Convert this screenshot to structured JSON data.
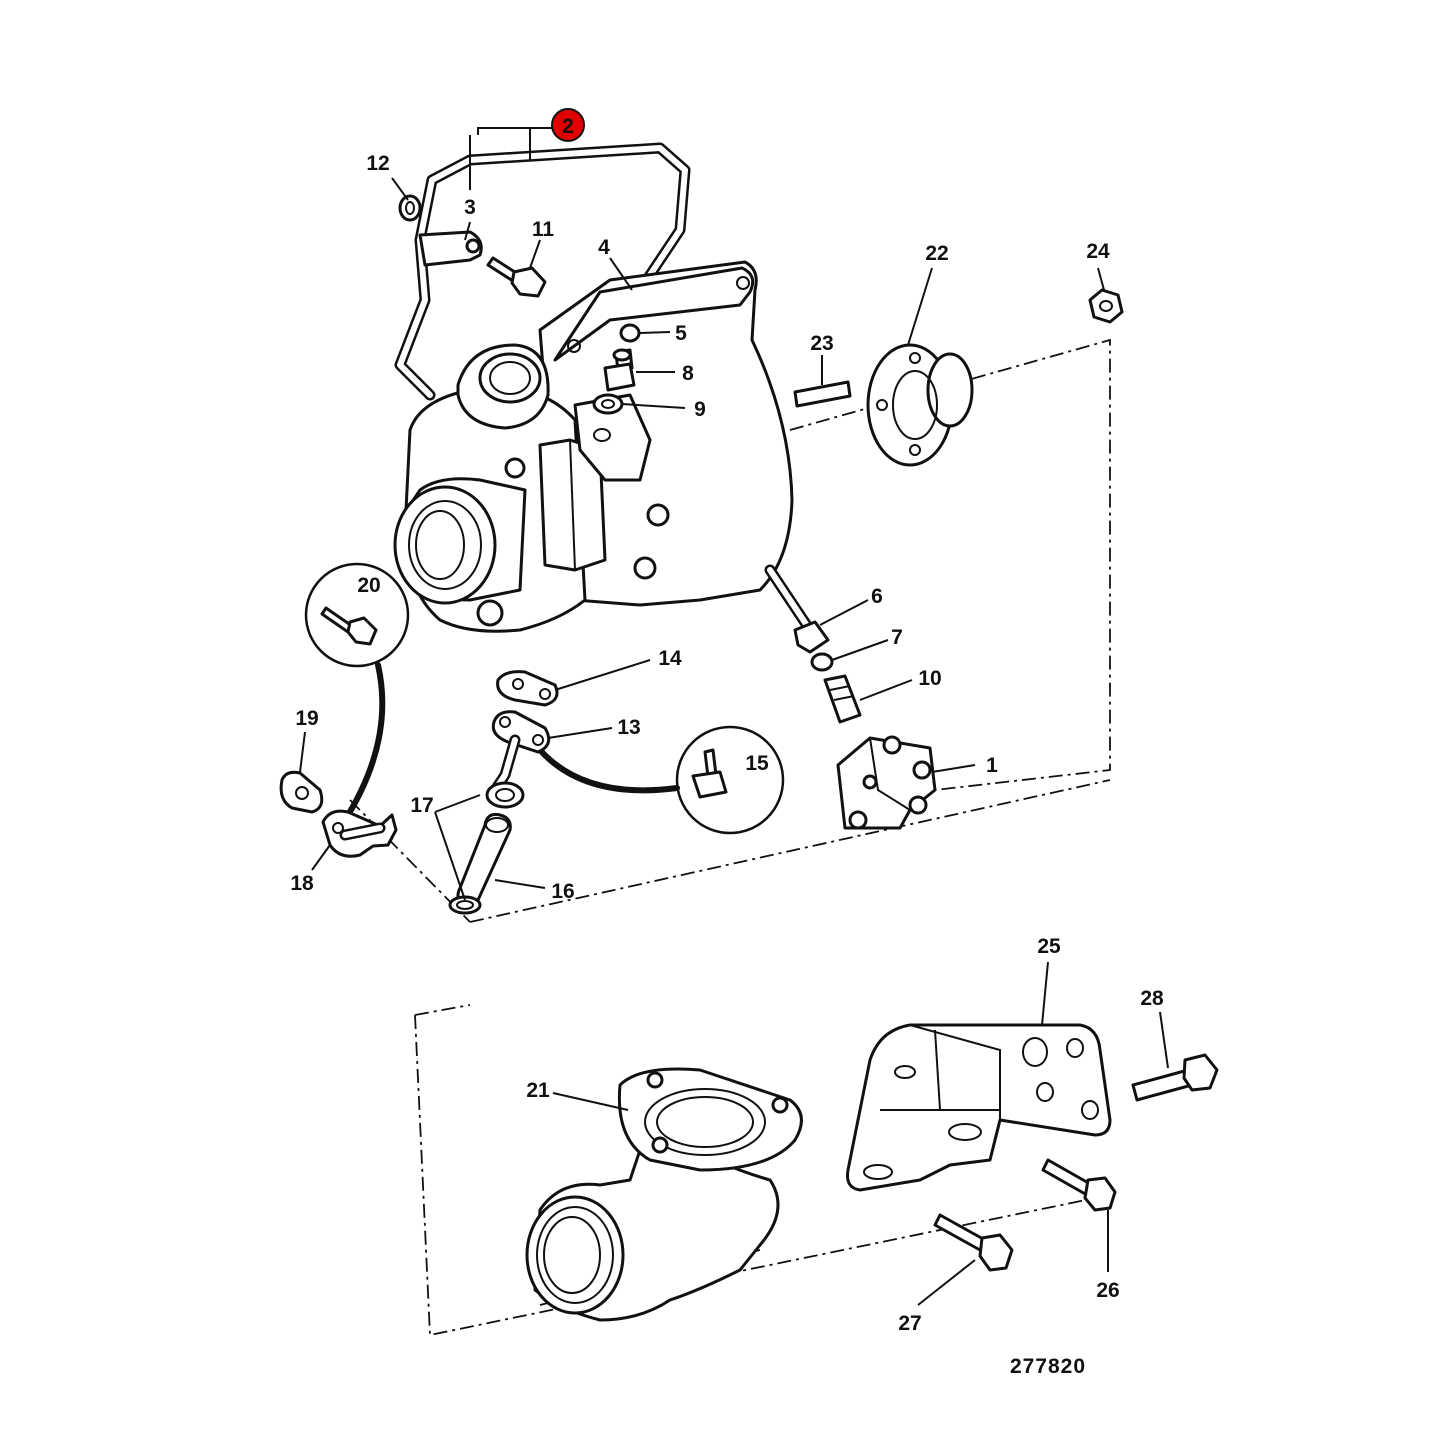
{
  "diagram": {
    "highlight_color": "#e00000",
    "drawing_number": "277820",
    "callouts": {
      "c1": "1",
      "c2": "2",
      "c3": "3",
      "c4": "4",
      "c5": "5",
      "c6": "6",
      "c7": "7",
      "c8": "8",
      "c9": "9",
      "c10": "10",
      "c11": "11",
      "c12": "12",
      "c13": "13",
      "c14": "14",
      "c15": "15",
      "c16": "16",
      "c17": "17",
      "c18": "18",
      "c19": "19",
      "c20": "20",
      "c21": "21",
      "c22": "22",
      "c23": "23",
      "c24": "24",
      "c25": "25",
      "c26": "26",
      "c27": "27",
      "c28": "28"
    }
  }
}
